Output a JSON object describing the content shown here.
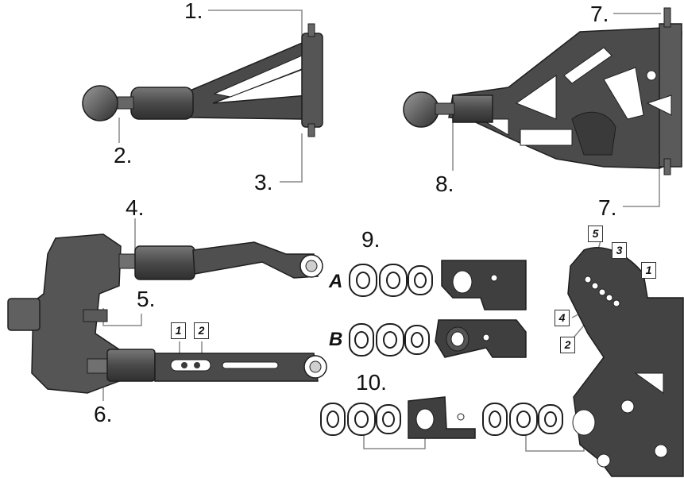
{
  "colors": {
    "part_dark": "#3f3f3f",
    "part_mid": "#595959",
    "part_light": "#8a8a8a",
    "leader": "#888888",
    "box_border": "#333333"
  },
  "labels": {
    "n1": "1.",
    "n2": "2.",
    "n3": "3.",
    "n4": "4.",
    "n5": "5.",
    "n6": "6.",
    "n7a": "7.",
    "n7b": "7.",
    "n8": "8.",
    "n9": "9.",
    "n10": "10.",
    "variant_a": "A",
    "variant_b": "B"
  },
  "hole_boxes": {
    "arm_left": "1",
    "arm_right": "2",
    "tower": [
      "5",
      "3",
      "1",
      "4",
      "2"
    ]
  }
}
